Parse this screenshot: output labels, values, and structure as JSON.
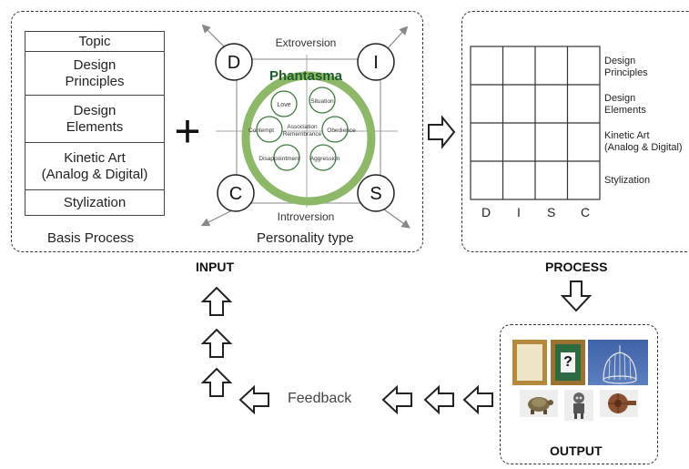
{
  "input": {
    "basis_items": [
      "Topic",
      "Design\nPrinciples",
      "Design\nElements",
      "Kinetic Art\n(Analog & Digital)",
      "Stylization"
    ],
    "basis_caption": "Basis Process",
    "plus": "+",
    "personality": {
      "top_label": "Extroversion",
      "bottom_label": "Introversion",
      "caption": "Personality type",
      "corners": [
        "D",
        "I",
        "C",
        "S"
      ],
      "center_title": "Phantasma",
      "bubbles": [
        "Love",
        "Situation",
        "Contempt",
        "Association\nRemembrance",
        "Obedience",
        "Disappointment",
        "Aggression"
      ],
      "ring_color": "#8db868"
    },
    "label": "INPUT"
  },
  "process": {
    "row_labels": [
      "Design\nPrinciples",
      "Design\nElements",
      "Kinetic Art\n(Analog & Digital)",
      "Stylization"
    ],
    "col_labels": [
      "D",
      "I",
      "S",
      "C"
    ],
    "label": "PROCESS"
  },
  "output": {
    "label": "OUTPUT"
  },
  "feedback": {
    "label": "Feedback"
  }
}
